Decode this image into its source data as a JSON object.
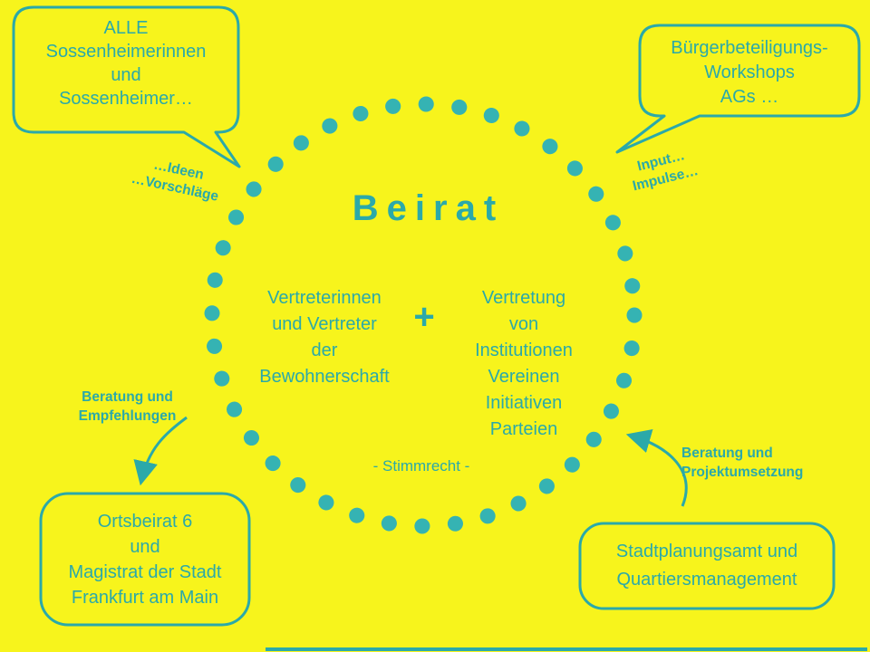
{
  "colors": {
    "background": "#F7F41C",
    "accent": "#2BA9A9",
    "dots": "#35B3B3"
  },
  "bubbles": {
    "top_left": {
      "text": "ALLE\nSossenheimerinnen\nund\nSossenheimer…"
    },
    "top_right": {
      "text": "Bürgerbeteiligungs-\nWorkshops\nAGs …"
    }
  },
  "boxes": {
    "bottom_left": {
      "text": "Ortsbeirat 6\nund\nMagistrat der Stadt\nFrankfurt am Main"
    },
    "bottom_right": {
      "text": "Stadtplanungsamt und\nQuartiersmanagement"
    }
  },
  "labels": {
    "ideas": {
      "text": "…Ideen\n…Vorschläge"
    },
    "input": {
      "text": "Input…\nImpulse…"
    },
    "advice_left": {
      "text": "Beratung und\nEmpfehlungen"
    },
    "advice_right": {
      "text": "Beratung und\nProjektumsetzung"
    }
  },
  "center": {
    "title": "Beirat",
    "left_column": {
      "text": "Vertreterinnen\nund Vertreter\nder\nBewohnerschaft"
    },
    "plus": "+",
    "right_column": {
      "text": "Vertretung\nvon\nInstitutionen\nVereinen\nInitiativen\nParteien"
    },
    "voting": "- Stimmrecht -"
  }
}
